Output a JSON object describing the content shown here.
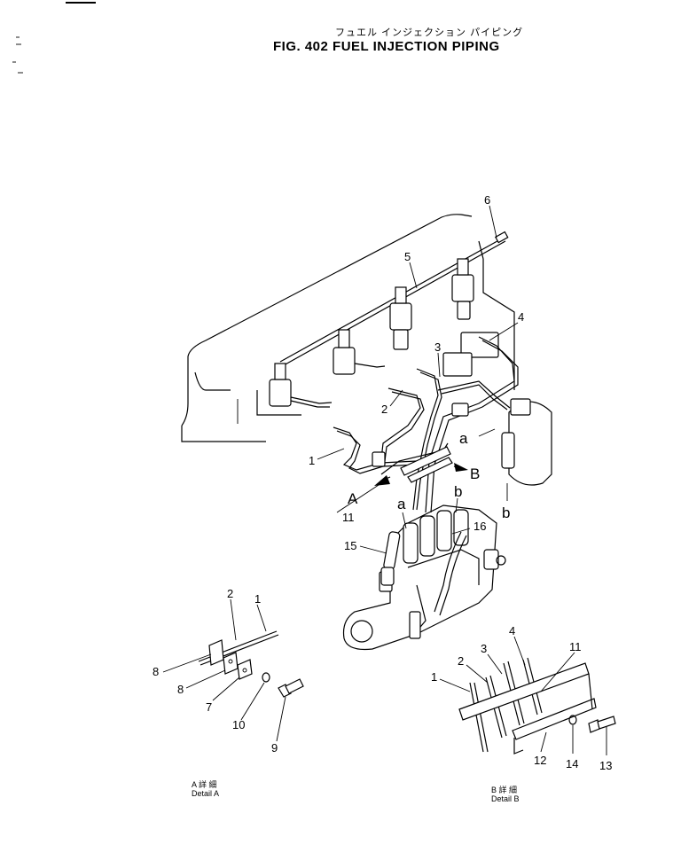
{
  "header": {
    "title_jp": "フュエル インジェクション パイピング",
    "title_en": "FIG. 402 FUEL INJECTION PIPING"
  },
  "main_callouts": [
    {
      "id": "1"
    },
    {
      "id": "2"
    },
    {
      "id": "3"
    },
    {
      "id": "4"
    },
    {
      "id": "5"
    },
    {
      "id": "6"
    },
    {
      "id": "11"
    },
    {
      "id": "15"
    },
    {
      "id": "16"
    }
  ],
  "view_markers": {
    "a": "a",
    "b": "b",
    "A": "A",
    "B": "B"
  },
  "detail_a": {
    "caption_jp": "A 詳 細",
    "caption_en": "Detail A",
    "callouts": [
      "1",
      "2",
      "8",
      "8",
      "7",
      "10",
      "9"
    ]
  },
  "detail_b": {
    "caption_jp": "B 詳 細",
    "caption_en": "Detail B",
    "callouts": [
      "1",
      "2",
      "3",
      "4",
      "11",
      "12",
      "14",
      "13"
    ]
  }
}
